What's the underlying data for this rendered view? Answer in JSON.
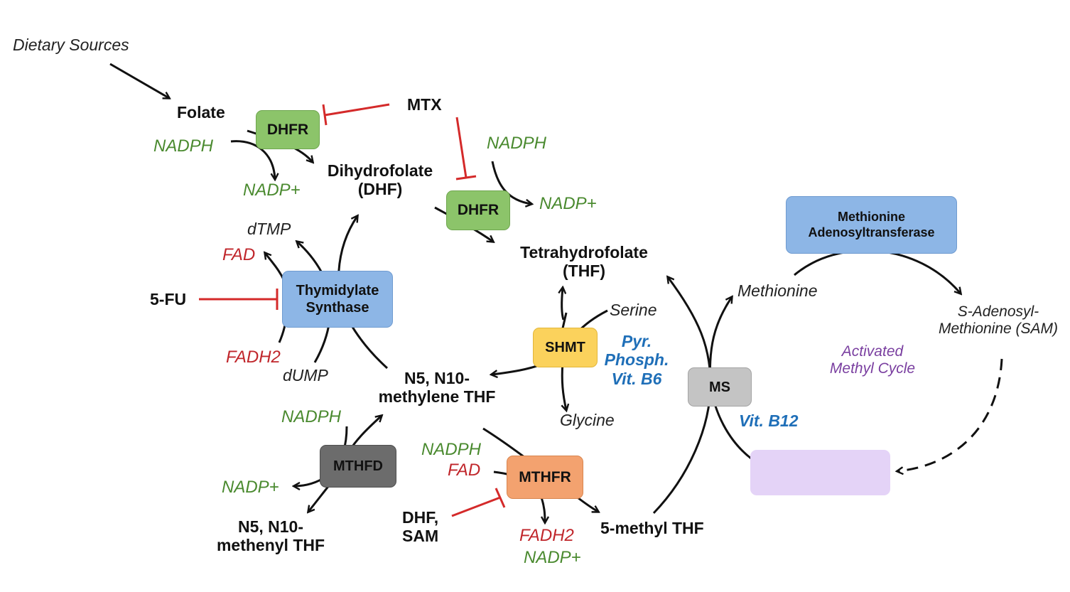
{
  "labels": {
    "dietary_sources": "Dietary Sources",
    "folate": "Folate",
    "mtx": "MTX",
    "nadph_1": "NADPH",
    "nadp_plus_1": "NADP+",
    "dhf_line1": "Dihydrofolate",
    "dhf_line2": "(DHF)",
    "nadph_2": "NADPH",
    "nadp_plus_2": "NADP+",
    "thf_line1": "Tetrahydrofolate",
    "thf_line2": "(THF)",
    "dtmp": "dTMP",
    "fad_1": "FAD",
    "five_fu": "5-FU",
    "fadh2_1": "FADH2",
    "dump": "dUMP",
    "serine": "Serine",
    "glycine": "Glycine",
    "pyr_line1": "Pyr.",
    "pyr_line2": "Phosph.",
    "pyr_line3": "Vit. B6",
    "methylene_line1": "N5, N10-",
    "methylene_line2": "methylene THF",
    "nadph_3": "NADPH",
    "nadp_plus_3": "NADP+",
    "methenyl_line1": "N5, N10-",
    "methenyl_line2": "methenyl THF",
    "nadph_4": "NADPH",
    "fad_2": "FAD",
    "dhf_sam_line1": "DHF,",
    "dhf_sam_line2": "SAM",
    "fadh2_2": "FADH2",
    "nadp_plus_4": "NADP+",
    "five_methyl_thf": "5-methyl THF",
    "methionine": "Methionine",
    "sam_line1": "S-Adenosyl-",
    "sam_line2": "Methionine (SAM)",
    "activated_line1": "Activated",
    "activated_line2": "Methyl Cycle",
    "vit_b12": "Vit. B12"
  },
  "enzymes": {
    "dhfr_1": "DHFR",
    "dhfr_2": "DHFR",
    "ts_line1": "Thymidylate",
    "ts_line2": "Synthase",
    "shmt": "SHMT",
    "mthfd": "MTHFD",
    "mthfr": "MTHFR",
    "ms": "MS",
    "mat_line1": "Methionine",
    "mat_line2": "Adenosyltransferase"
  },
  "colors": {
    "arrow": "#111111",
    "inhibition": "#d42a2a",
    "cofactor_green": "#4a8a2f",
    "cofactor_red": "#c0262b",
    "vitamin_blue": "#1f6fb8",
    "cycle_purple": "#7a3fa0",
    "dhfr_green": "#8cc46a",
    "ts_blue": "#8db6e6",
    "shmt_yellow": "#fbd25c",
    "ms_gray": "#c4c4c4",
    "mthfd_gray": "#6c6c6c",
    "mthfr_orange": "#f3a26f",
    "placeholder_lavender": "#e4d3f7"
  }
}
